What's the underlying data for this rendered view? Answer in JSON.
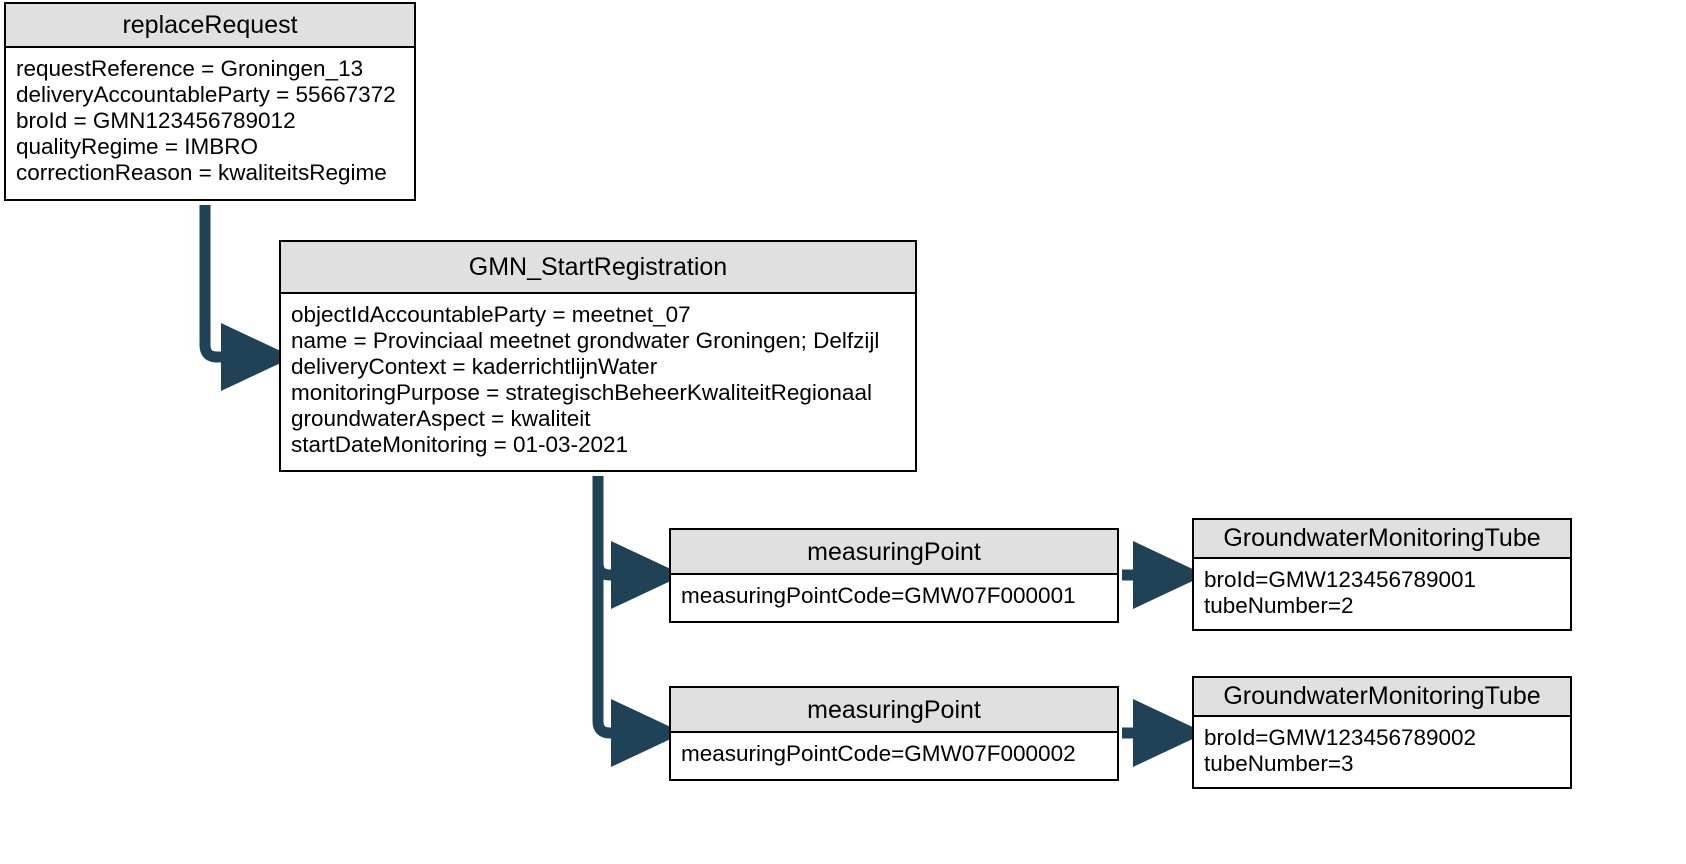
{
  "diagram": {
    "type": "object-diagram",
    "title": "GMN replaceRequest object diagram",
    "colors": {
      "connector": "#1f4257",
      "node_border": "#000000",
      "node_header_fill": "#e0e0e0",
      "node_body_fill": "#ffffff",
      "text": "#000000"
    }
  },
  "nodes": {
    "replace_request": {
      "title": "replaceRequest",
      "attributes": [
        "requestReference = Groningen_13",
        "deliveryAccountableParty = 55667372",
        "broId = GMN123456789012",
        "qualityRegime = IMBRO",
        "correctionReason = kwaliteitsRegime"
      ]
    },
    "gmn_start_registration": {
      "title": "GMN_StartRegistration",
      "attributes": [
        "objectIdAccountableParty = meetnet_07",
        "name = Provinciaal meetnet grondwater Groningen; Delfzijl",
        "deliveryContext = kaderrichtlijnWater",
        "monitoringPurpose = strategischBeheerKwaliteitRegionaal",
        "groundwaterAspect = kwaliteit",
        "startDateMonitoring = 01-03-2021"
      ]
    },
    "measuring_point_1": {
      "title": "measuringPoint",
      "attributes": [
        "measuringPointCode=GMW07F000001"
      ]
    },
    "measuring_point_2": {
      "title": "measuringPoint",
      "attributes": [
        "measuringPointCode=GMW07F000002"
      ]
    },
    "tube_1": {
      "title": "GroundwaterMonitoringTube",
      "attributes": [
        "broId=GMW123456789001",
        "tubeNumber=2"
      ]
    },
    "tube_2": {
      "title": "GroundwaterMonitoringTube",
      "attributes": [
        "broId=GMW123456789002",
        "tubeNumber=3"
      ]
    }
  },
  "connectors": [
    {
      "name": "replace-request-to-start-registration",
      "from": "replace_request",
      "to": "gmn_start_registration",
      "style": "elbow-arrow"
    },
    {
      "name": "start-registration-to-measuring-point-1",
      "from": "gmn_start_registration",
      "to": "measuring_point_1",
      "style": "elbow-arrow"
    },
    {
      "name": "start-registration-to-measuring-point-2",
      "from": "gmn_start_registration",
      "to": "measuring_point_2",
      "style": "elbow-arrow"
    },
    {
      "name": "measuring-point-1-to-tube-1",
      "from": "measuring_point_1",
      "to": "tube_1",
      "style": "straight-arrow"
    },
    {
      "name": "measuring-point-2-to-tube-2",
      "from": "measuring_point_2",
      "to": "tube_2",
      "style": "straight-arrow"
    }
  ]
}
